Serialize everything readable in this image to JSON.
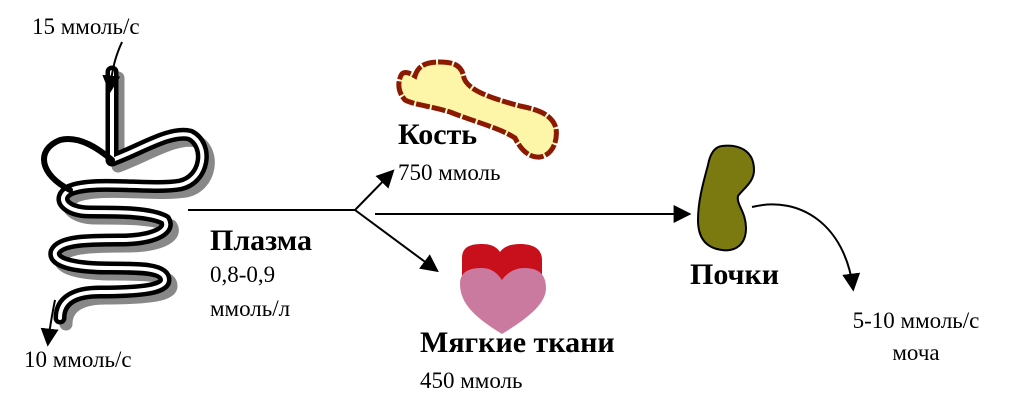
{
  "intake": {
    "rate": "15 ммоль/с"
  },
  "excretion_gut": {
    "rate": "10 ммоль/с"
  },
  "plasma": {
    "title": "Плазма",
    "concentration": "0,8-0,9",
    "unit": "ммоль/л"
  },
  "bone": {
    "title": "Кость",
    "amount": "750 ммоль"
  },
  "soft_tissue": {
    "title": "Мягкие ткани",
    "amount": "450 ммоль"
  },
  "kidneys": {
    "title": "Почки"
  },
  "urine": {
    "rate": "5-10 ммоль/с",
    "label": "моча"
  },
  "colors": {
    "bone_outline": "#8b1a00",
    "bone_fill": "#fdf5a8",
    "heart_top": "#c8101c",
    "heart_body": "#c97a9e",
    "kidney_fill": "#7a7a10",
    "line": "#000000"
  }
}
